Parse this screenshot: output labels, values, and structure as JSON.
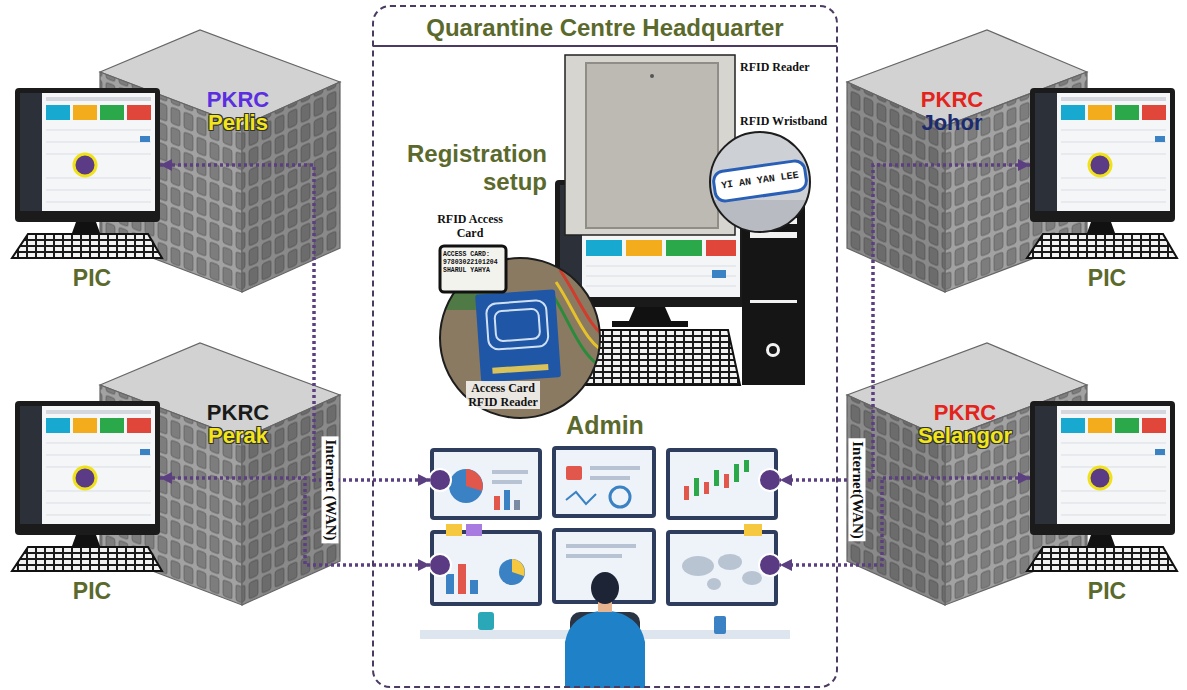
{
  "diagram": {
    "nodes": [
      {
        "text": [
          "Quarantine Centre Headquarter"
        ]
      },
      {
        "text": [
          "Admin"
        ],
        "in": 0
      },
      {
        "text": [
          "PKRC",
          "Perlis",
          "PIC"
        ]
      },
      {
        "text": [
          "PKRC",
          "Perak",
          "PIC"
        ]
      },
      {
        "text": [
          "PKRC",
          "Johor",
          "PIC"
        ]
      },
      {
        "text": [
          "PKRC",
          "Selangor",
          "PIC"
        ]
      }
    ],
    "edges": [
      {
        "from": 2,
        "to": 1,
        "arrow": "both"
      },
      {
        "from": 3,
        "to": 1,
        "arrow": "both",
        "label": "Internet (WAN)"
      },
      {
        "from": 4,
        "to": 1,
        "arrow": "both"
      },
      {
        "from": 5,
        "to": 1,
        "arrow": "both",
        "label": "Internet(WAN)"
      }
    ],
    "labels": [
      "Registration setup",
      "RFID Reader",
      "RFID Wristband",
      "RFID Access Card",
      "Access Card RFID Reader",
      "YI AN YAN LEE",
      "ACCESS CARD: 97803022101204 SHARUL YAHYA"
    ]
  }
}
